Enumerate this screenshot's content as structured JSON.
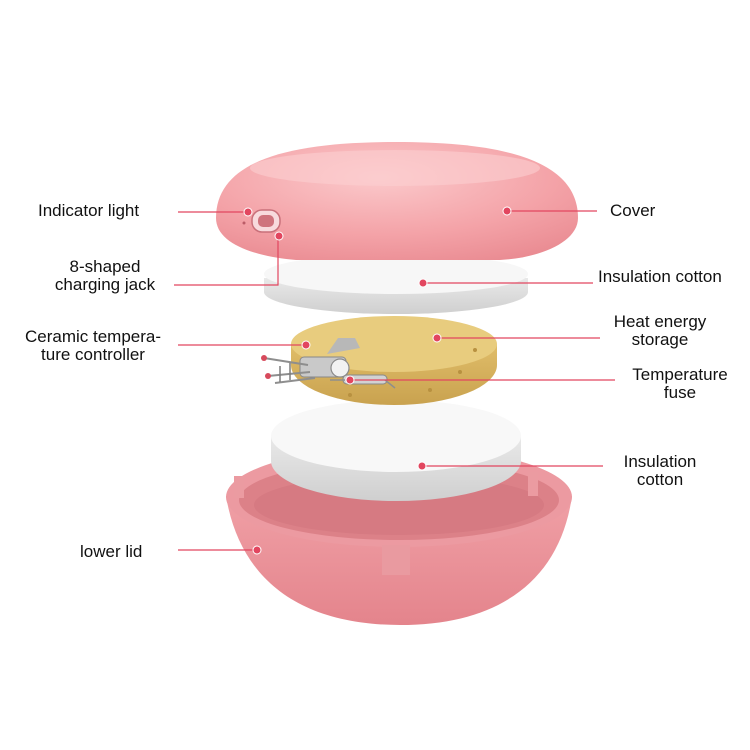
{
  "labels": {
    "indicator_light": "Indicator light",
    "charging_jack": [
      "8-shaped",
      "charging jack"
    ],
    "ceramic_controller": [
      "Ceramic tempera-",
      "ture controller"
    ],
    "lower_lid": "lower lid",
    "cover": "Cover",
    "insulation_cotton_top": "Insulation cotton",
    "heat_energy_storage": [
      "Heat energy",
      "storage"
    ],
    "temperature_fuse": [
      "Temperature",
      "fuse"
    ],
    "insulation_cotton_bottom": [
      "Insulation",
      "cotton"
    ]
  },
  "colors": {
    "shell_pink": "#f3a0a4",
    "leader_line": "#e2465f",
    "insulation_white": "#f7f7f7",
    "heat_storage_yellow": "#e3c370"
  }
}
